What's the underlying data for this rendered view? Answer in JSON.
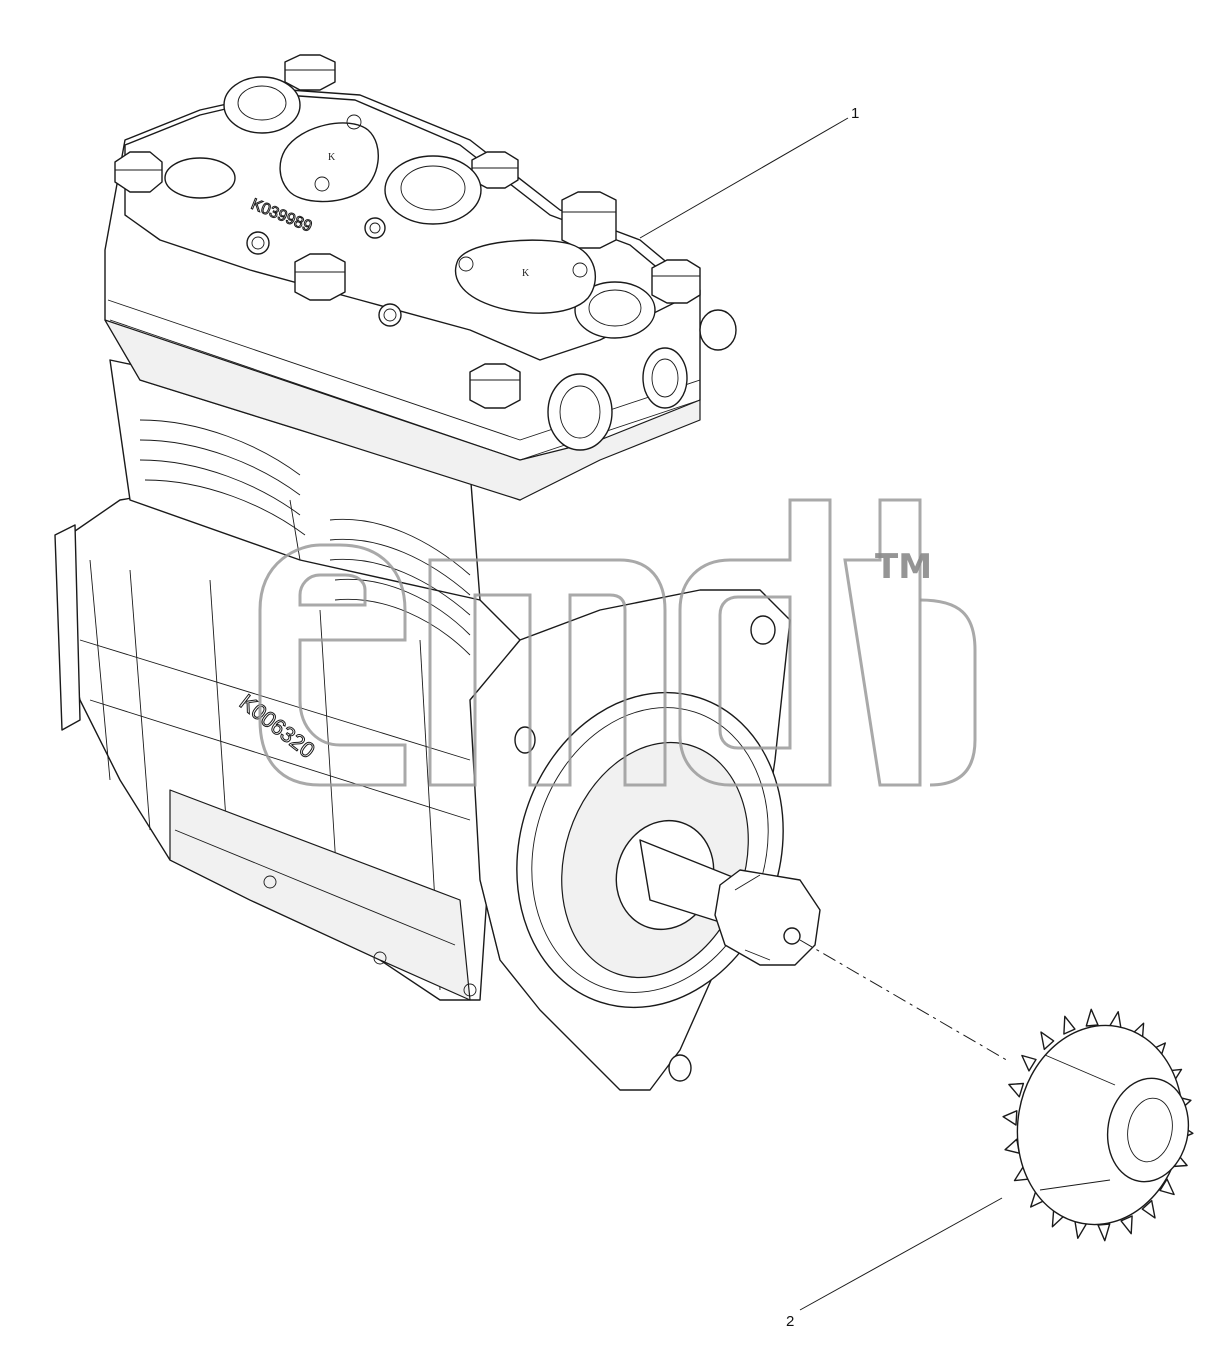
{
  "callouts": [
    {
      "number": "1",
      "part": "compressor-assembly"
    },
    {
      "number": "2",
      "part": "drive-gear"
    }
  ],
  "engravings": {
    "head_serial": "K039989",
    "crankcase_serial": "K006320",
    "cover_mark_left": "K",
    "cover_mark_right": "K"
  },
  "watermark": {
    "trademark": "TM"
  },
  "icons": [
    "compressor-illustration",
    "gear-illustration",
    "watermark-logo"
  ],
  "colors": {
    "line": "#1a1a1a",
    "background": "#ffffff",
    "watermark": "#9a9a9a"
  }
}
